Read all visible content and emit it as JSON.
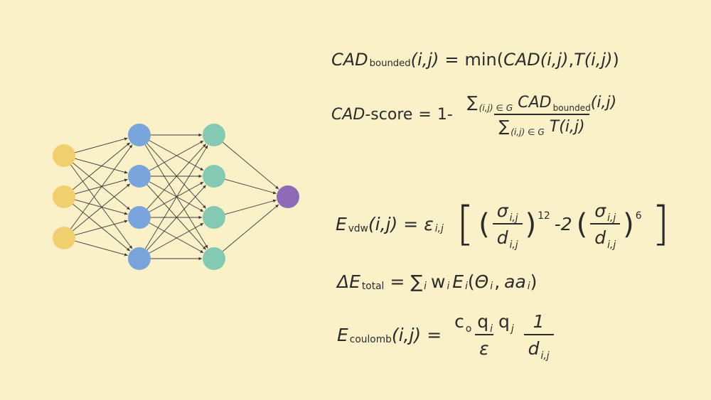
{
  "colors": {
    "background": "#fbf1c9",
    "input": "#f1cf6e",
    "hidden1": "#7aa4dc",
    "hidden2": "#84c9b1",
    "output": "#8e6bb8",
    "edge": "#3a3a3a"
  },
  "network": {
    "layers": [
      3,
      4,
      4,
      1
    ]
  },
  "eq1": {
    "lhs": "CAD",
    "lhs_sub": "bounded",
    "args": "(i,j)",
    "eq": "=",
    "rhs_fn": "min(",
    "rhs_a": "CAD(i,j)",
    "comma": ",",
    "rhs_b": "T(i,j)",
    "rhs_close": ")"
  },
  "eq2": {
    "lhs_a": "CAD",
    "lhs_b": "-score",
    "eq": "=",
    "one": "1-",
    "sum": "∑",
    "num_sub": "(i,j) ∈ G",
    "num_term": "CAD",
    "num_term_sub": "bounded",
    "num_args": "(i,j)",
    "den_sub": "(i,j) ∈ G",
    "den_term": "T(i,j)"
  },
  "eq3": {
    "lhs": "E",
    "lhs_sub": "vdw",
    "args": "(i,j)",
    "eq": "=",
    "eps": "ε",
    "eps_sub": "i,j",
    "lbrack": "[",
    "rbrack": "]",
    "lparen": "(",
    "rparen": ")",
    "sigma": "σ",
    "sigma_sub": "i,j",
    "d": "d",
    "d_sub": "i,j",
    "exp1": "12",
    "minus": "-2",
    "exp2": "6"
  },
  "eq4": {
    "delta": "ΔE",
    "sub": "total",
    "eq": "=",
    "sum": "∑",
    "sum_sub": "i",
    "w": "w",
    "w_sub": "i",
    "e": "E",
    "e_sub": "i",
    "open": "(",
    "theta": "Θ",
    "theta_sub": "i",
    "comma": ",",
    "aa": "aa",
    "aa_sub": "i",
    "close": ")"
  },
  "eq5": {
    "lhs": "E",
    "lhs_sub": "coulomb",
    "args": "(i,j)",
    "eq": "=",
    "c": "c",
    "c_sub": "o",
    "q1": "q",
    "q1_sub": "i",
    "q2": "q",
    "q2_sub": "j",
    "den1": "ε",
    "num2": "1",
    "d": "d",
    "d_sub": "i,j"
  }
}
